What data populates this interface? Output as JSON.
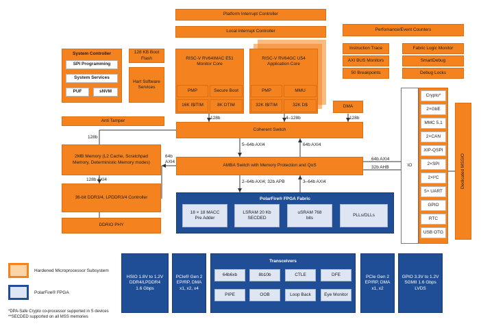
{
  "interrupt": {
    "platform": "Platform Interrupt Controller",
    "local": "Local Interrupt Controller"
  },
  "perf": {
    "title": "Perfomance/Event Counters",
    "trace": "Instruction Trace",
    "axi_monitors": "AXI BUS Monitors",
    "breakpoints": "50 Breakpoints",
    "fabric_monitor": "Fabric Logic Monitor",
    "smartdebug": "SmartDebug",
    "debug_locks": "Debug Locks"
  },
  "system_controller": {
    "title": "System Controller",
    "spi": "SPI Programming",
    "services": "System Services",
    "puf": "PUF",
    "snvm": "sNVM"
  },
  "boot_flash": "128 KB Boot Flash",
  "hart_services": "Hart Software Services",
  "monitor_core": {
    "title": "RISC-V RV64IMAC E51 Monitor Core",
    "pmp": "PMP",
    "secure_boot": "Secure Boot",
    "itim": "16K I$ITIM",
    "dtim": "8K DTIM"
  },
  "app_core": {
    "title": "RISC-V RV64GC U54 Application Core",
    "pmp": "PMP",
    "mmu": "MMU",
    "itim": "32K I$ITIM",
    "dcache": "32K D$"
  },
  "dma": "DMA",
  "anti_tamper": "Anti Tamper",
  "coherent_switch": "Coherent Switch",
  "memory": "2MB Memory (L2 Cache, Scratchpad Memory, Deterministic Memory modes)",
  "ddr_controller": "36-bit DDR3/4, LPDDR3/4 Controller",
  "ddrio_phy": "DDRIO PHY",
  "amba_switch": "AMBA Switch with Memory Protection and QoS",
  "io_label": "IO",
  "dedicated_mssio": "Dedicated MSSIO",
  "peripherals": [
    "Crypto*",
    "2×GbE",
    "MMC 5.1",
    "2×CAN",
    "XIP-QSPI",
    "2×SPI",
    "2×I²C",
    "5× UART",
    "GPIO",
    "RTC",
    "USB OTG"
  ],
  "bus_labels": {
    "core_128b_left": "128b",
    "core_128b_mid": "4–128b",
    "core_128b_dma": "128b",
    "mem_128b": "128b",
    "coh_to_amba": "5–64b AXI4",
    "amba_to_coh": "64b AXI4",
    "amba_to_mem": "64b AXI4",
    "mem_to_ddr": "128b AXI4",
    "io_axi": "64b AXI4",
    "io_ahb": "32b AHB",
    "amba_to_fabric": "2–64b AXI4; 32b APB",
    "fabric_to_amba": "3–64b AXI4"
  },
  "fabric": {
    "title": "PolarFire® FPGA Fabric",
    "macc": "18 × 18 MACC Pre Adder",
    "lsram": "LSRAM 20 Kb SECDED",
    "usram": "uSRAM 768 bits",
    "plls": "PLLs/DLLs"
  },
  "hsio": "HSIO 1.8V to 1.2V DDR4/LPDDR4 1.6 Gbps",
  "pcie_left": "PCIe® Gen 2 EP/RP, DMA x1, x2, x4",
  "transceivers": {
    "title": "Transceivers",
    "items": [
      "64b6xb",
      "8b10b",
      "CTLE",
      "DFE",
      "PIPE",
      "OOB",
      "Loop Back",
      "Eye Monitor"
    ]
  },
  "pcie_right": "PCIe Gen 2 EP/RP, DMA x1, x2",
  "gpio_bank": "GPIO 3.3V to 1.2V SGMII 1.6 Gbps LVDS",
  "legend": {
    "hardened": "Hardened Microprocessor Subsystem",
    "fpga": "PolarFire® FPGA"
  },
  "footnotes": [
    "*DPA-Safe Crypto co-processor supported in S devices",
    "**SECDED supported on all MSS memories"
  ]
}
